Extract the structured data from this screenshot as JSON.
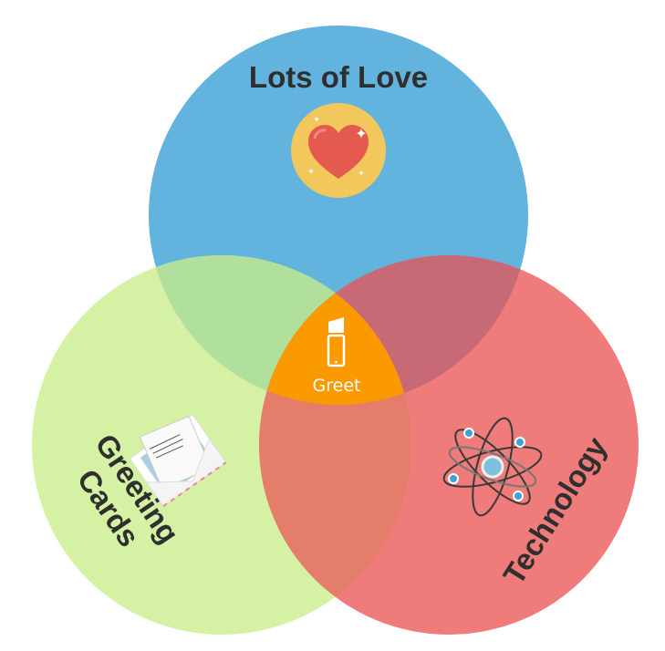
{
  "diagram": {
    "type": "venn",
    "sets": [
      {
        "name": "lots-of-love",
        "label": "Lots of Love",
        "icon": "heart-icon",
        "color": "#62b3dd"
      },
      {
        "name": "greeting-cards",
        "label_line1": "Greeting",
        "label_line2": "Cards",
        "icon": "envelope-letter-icon",
        "color": "#d5f1a4"
      },
      {
        "name": "technology",
        "label": "Technology",
        "icon": "atom-icon",
        "color": "#ef7b7b"
      }
    ],
    "overlaps": {
      "love_cards": "#b1e09d",
      "love_tech": "#c86a76",
      "cards_tech": "#e57d6b",
      "all": "#fa9a00"
    },
    "center": {
      "label": "Greet",
      "icon": "phone-logo-icon"
    }
  }
}
